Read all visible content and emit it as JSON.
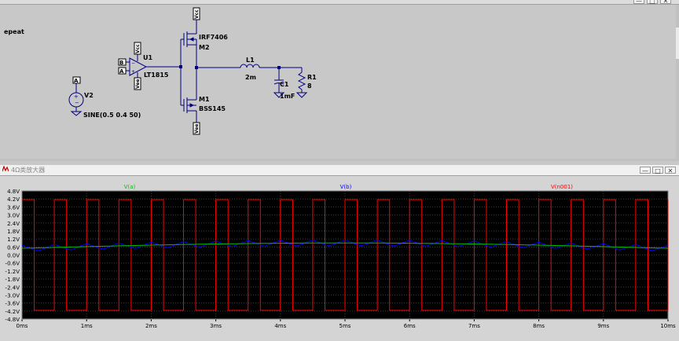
{
  "schematic": {
    "title": "",
    "directive": "epeat",
    "components": {
      "u1_name": "U1",
      "u1_part": "LT1815",
      "m2_part": "IRF7406",
      "m2_name": "M2",
      "m1_name": "M1",
      "m1_part": "BSS145",
      "l1_name": "L1",
      "l1_value": "2m",
      "c1_name": "C1",
      "c1_value": "1mF",
      "r1_name": "R1",
      "r1_value": "8",
      "v2_name": "V2",
      "v2_value": "SINE(0.5 0.4 50)"
    },
    "labels": {
      "vcc": "Vcc",
      "vee": "Vee",
      "a": "A",
      "b": "B"
    }
  },
  "waveform_window": {
    "title": "4Ω类放大器",
    "controls": {
      "minimize": "—",
      "maximize": "□",
      "close": "✕"
    }
  },
  "colors": {
    "plot_bg": "#000000",
    "grid": "#404040",
    "axis_text": "#ffffff",
    "va": "#00c000",
    "vb": "#0000ff",
    "vn001": "#ff0000",
    "wire": "#0000a0"
  },
  "chart_data": {
    "type": "line",
    "xlabel": "",
    "ylabel": "",
    "x_ticks": [
      "0ms",
      "1ms",
      "2ms",
      "3ms",
      "4ms",
      "5ms",
      "6ms",
      "7ms",
      "8ms",
      "9ms",
      "10ms"
    ],
    "y_ticks": [
      "4.8V",
      "4.2V",
      "3.6V",
      "3.0V",
      "2.4V",
      "1.8V",
      "1.2V",
      "0.6V",
      "0.0V",
      "-0.6V",
      "-1.2V",
      "-1.8V",
      "-2.4V",
      "-3.0V",
      "-3.6V",
      "-4.2V",
      "-4.8V"
    ],
    "xlim": [
      0,
      10
    ],
    "ylim": [
      -4.8,
      4.8
    ],
    "series": [
      {
        "name": "V(a)",
        "kind": "sine",
        "offset": 0.5,
        "amplitude": 0.4,
        "freq_hz": 50
      },
      {
        "name": "V(b)",
        "kind": "triangle",
        "center_tracks": "V(a)",
        "amplitude": 0.22,
        "period_ms": 0.5
      },
      {
        "name": "V(n001)",
        "kind": "pwm",
        "high": 4.15,
        "low": -4.15,
        "period_ms": 0.5,
        "duty": 0.38
      }
    ]
  }
}
